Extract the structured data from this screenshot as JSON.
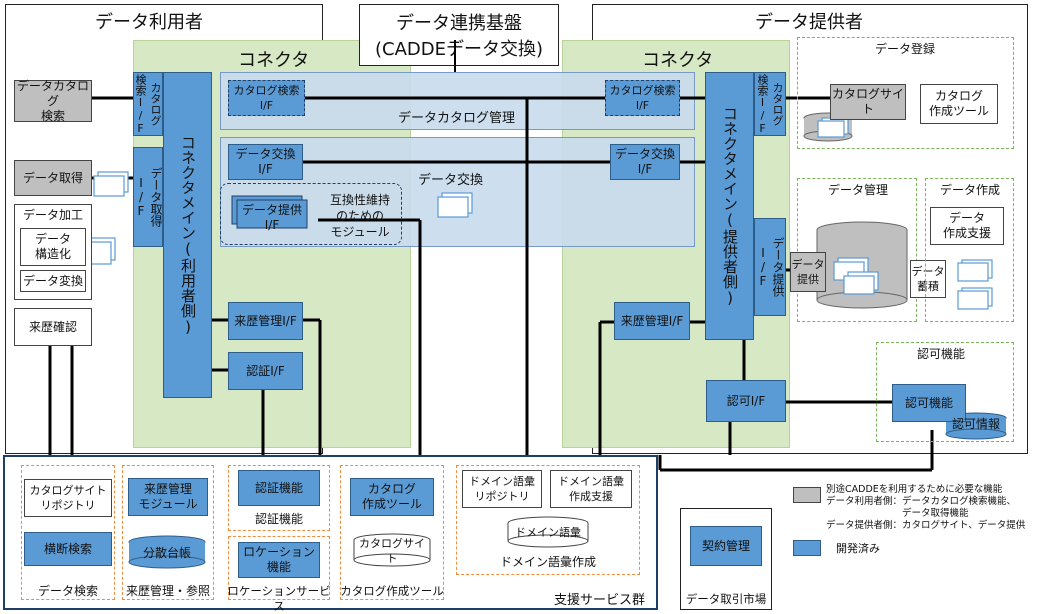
{
  "titles": {
    "user": "データ利用者",
    "platform_line1": "データ連携基盤",
    "platform_line2": "(CADDEデータ交換)",
    "provider": "データ提供者",
    "connector_left": "コネクタ",
    "connector_right": "コネクタ"
  },
  "user_side": {
    "catalog_search": "データカタログ\n検索",
    "data_get": "データ取得",
    "data_process": "データ加工",
    "data_structure": "データ\n構造化",
    "data_convert": "データ変換",
    "history_check": "来歴確認"
  },
  "left_connector": {
    "catalog_if": "カタログ\n検索I/F",
    "data_get_if": "データ取得I/F",
    "main_user": "コネクタメイン(利用者側)",
    "catalog_search_if": "カタログ検索\nI/F",
    "data_exchange_if": "データ交換\nI/F",
    "data_provide_if": "データ提供\nI/F",
    "history_if": "来歴管理I/F",
    "auth_if": "認証I/F",
    "compat_module": "互換性維持\nのための\nモジュール"
  },
  "middle": {
    "catalog_manage": "データカタログ管理",
    "data_exchange": "データ交換"
  },
  "right_connector": {
    "catalog_search_if": "カタログ検索\nI/F",
    "data_exchange_if": "データ交換\nI/F",
    "history_if": "来歴管理I/F",
    "main_provider": "コネクタメイン(提供者側)",
    "catalog_if": "カタログ\n検索I/F",
    "data_provide_if": "データ提供I/F",
    "approval_if": "認可I/F"
  },
  "provider_side": {
    "data_register": "データ登録",
    "catalog_site": "カタログサイト",
    "catalog_tool": "カタログ\n作成ツール",
    "data_manage": "データ管理",
    "data_provide": "データ\n提供",
    "data_store": "データ\n蓄積",
    "data_create": "データ作成",
    "data_create_support": "データ\n作成支援",
    "approval_func_title": "認可機能",
    "approval_func": "認可機能",
    "approval_info": "認可情報"
  },
  "support": {
    "title": "支援サービス群",
    "data_search": {
      "repo": "カタログサイト\nリポジトリ",
      "cross": "横断検索",
      "label": "データ検索"
    },
    "history": {
      "module": "来歴管理\nモジュール",
      "ledger": "分散台帳",
      "label": "来歴管理・参照"
    },
    "auth": {
      "func": "認証機能",
      "label": "認証機能"
    },
    "location": {
      "func": "ロケーション\n機能",
      "label": "ロケーションサービス"
    },
    "catalog_tool": {
      "tool": "カタログ\n作成ツール",
      "site": "カタログサイト",
      "label": "カタログ作成ツール"
    },
    "domain": {
      "repo": "ドメイン語彙\nリポジトリ",
      "support": "ドメイン語彙\n作成支援",
      "vocab": "ドメイン語彙",
      "label": "ドメイン語彙作成"
    }
  },
  "market": {
    "contract": "契約管理",
    "label": "データ取引市場"
  },
  "legend": {
    "gray_text": "別途CADDEを利用するために必要な機能\nデータ利用者側：データカタログ検索機能、\n　　　　　　　　データ取得機能\nデータ提供者側：カタログサイト、データ提供",
    "blue_text": "開発済み"
  },
  "colors": {
    "connector_green": "#d6e8c4",
    "developed_blue": "#5b9bd5",
    "required_gray": "#bfbfbf"
  }
}
